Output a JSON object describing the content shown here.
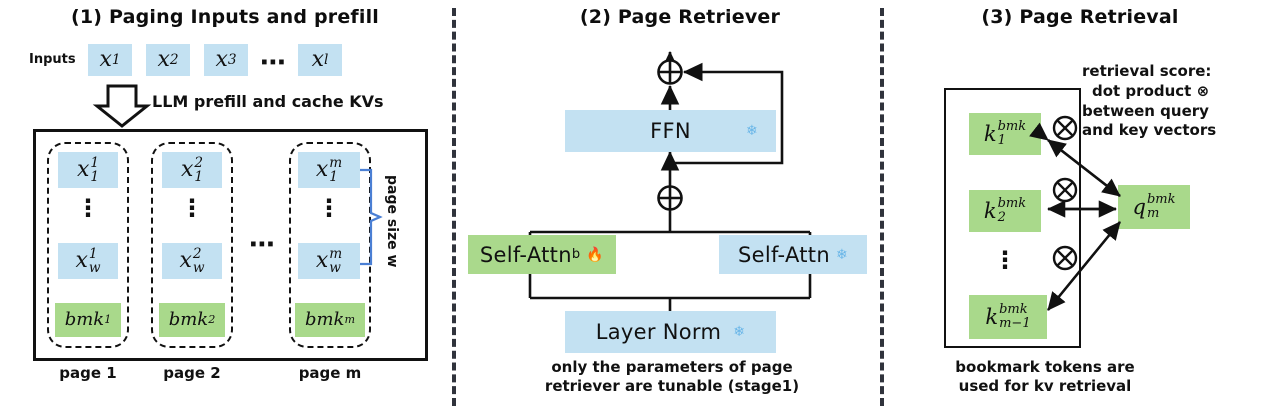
{
  "figure": {
    "background": "#ffffff",
    "colors": {
      "token_blue": "#c3e1f2",
      "token_green": "#a9d98b",
      "stroke": "#111111",
      "brace_blue": "#4a7fd4",
      "snowflake": "#6ab6e8",
      "separator": "#30333c"
    }
  },
  "panel1": {
    "title": "(1) Paging Inputs and prefill",
    "inputs_label": "Inputs",
    "input_tokens": [
      {
        "base": "x",
        "sub": "1"
      },
      {
        "base": "x",
        "sub": "2"
      },
      {
        "base": "x",
        "sub": "3"
      }
    ],
    "input_ellipsis": "⋯",
    "input_last": {
      "base": "x",
      "sub": "l"
    },
    "arrow_label": "LLM prefill and cache KVs",
    "pages": [
      {
        "page_label": "page 1",
        "top_token": {
          "base": "x",
          "sub": "1",
          "sup": "1"
        },
        "vdots": "⋮",
        "bottom_token": {
          "base": "x",
          "sub": "w",
          "sup": "1"
        },
        "bookmark": {
          "base": "bmk",
          "sup": "1"
        }
      },
      {
        "page_label": "page 2",
        "top_token": {
          "base": "x",
          "sub": "1",
          "sup": "2"
        },
        "vdots": "⋮",
        "bottom_token": {
          "base": "x",
          "sub": "w",
          "sup": "2"
        },
        "bookmark": {
          "base": "bmk",
          "sup": "2"
        }
      },
      {
        "page_label": "page m",
        "top_token": {
          "base": "x",
          "sub": "1",
          "sup": "m"
        },
        "vdots": "⋮",
        "bottom_token": {
          "base": "x",
          "sub": "w",
          "sup": "m"
        },
        "bookmark": {
          "base": "bmk",
          "sup": "m"
        }
      }
    ],
    "pages_ellipsis": "⋯",
    "page_size_label": "page size w"
  },
  "panel2": {
    "title": "(2) Page Retriever",
    "blocks": {
      "ffn": {
        "label": "FFN",
        "icon": "snowflake-icon",
        "state": "frozen"
      },
      "self_attn_b": {
        "label": "Self-Attn",
        "superscript": "b",
        "icon": "fire-icon",
        "state": "trainable"
      },
      "self_attn": {
        "label": "Self-Attn",
        "icon": "snowflake-icon",
        "state": "frozen"
      },
      "layer_norm": {
        "label": "Layer Norm",
        "icon": "snowflake-icon",
        "state": "frozen"
      }
    },
    "adders": [
      "⊕",
      "⊕"
    ],
    "caption_line1": "only the parameters of page",
    "caption_line2": "retriever are tunable (stage1)"
  },
  "panel3": {
    "title": "(3) Page Retrieval",
    "note_lines": [
      "retrieval score:",
      "dot product ⊗",
      "between query",
      "and key vectors"
    ],
    "keys": [
      {
        "base": "k",
        "sub": "1",
        "sup": "bmk"
      },
      {
        "base": "k",
        "sub": "2",
        "sup": "bmk"
      },
      {
        "base": "k",
        "sub": "m−1",
        "sup": "bmk"
      }
    ],
    "keys_vdots": "⋮",
    "query": {
      "base": "q",
      "sub": "m",
      "sup": "bmk"
    },
    "op_symbols": [
      "⊗",
      "⊗",
      "⊗"
    ],
    "caption_line1": "bookmark tokens are",
    "caption_line2": "used for kv retrieval"
  }
}
